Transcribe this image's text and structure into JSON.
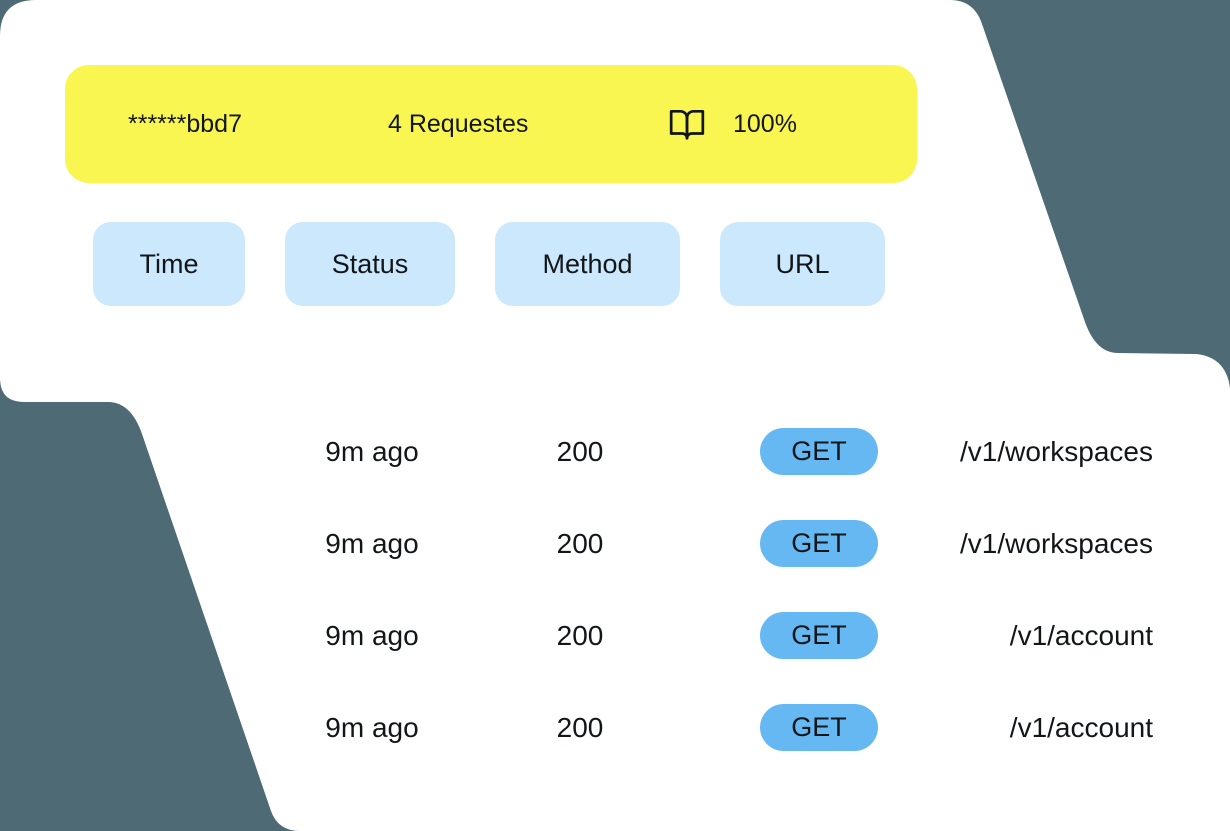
{
  "colors": {
    "page-bg": "#4D6A75",
    "card": "#FFFFFF",
    "banner-yellow": "#FAF651",
    "column-pill-blue": "#CBE8FD",
    "method-pill-blue": "#66B8F3",
    "text": "#131619"
  },
  "banner": {
    "api_key_masked": "******bbd7",
    "request_count": "4 Requestes",
    "book_icon": "open-book-icon",
    "usage_percent": "100%"
  },
  "columns": [
    {
      "label": "Time"
    },
    {
      "label": "Status"
    },
    {
      "label": "Method"
    },
    {
      "label": "URL"
    }
  ],
  "table": {
    "rows": [
      {
        "time": "9m ago",
        "status": "200",
        "method": "GET",
        "url": "/v1/workspaces"
      },
      {
        "time": "9m ago",
        "status": "200",
        "method": "GET",
        "url": "/v1/workspaces"
      },
      {
        "time": "9m ago",
        "status": "200",
        "method": "GET",
        "url": "/v1/account"
      },
      {
        "time": "9m ago",
        "status": "200",
        "method": "GET",
        "url": "/v1/account"
      }
    ]
  }
}
